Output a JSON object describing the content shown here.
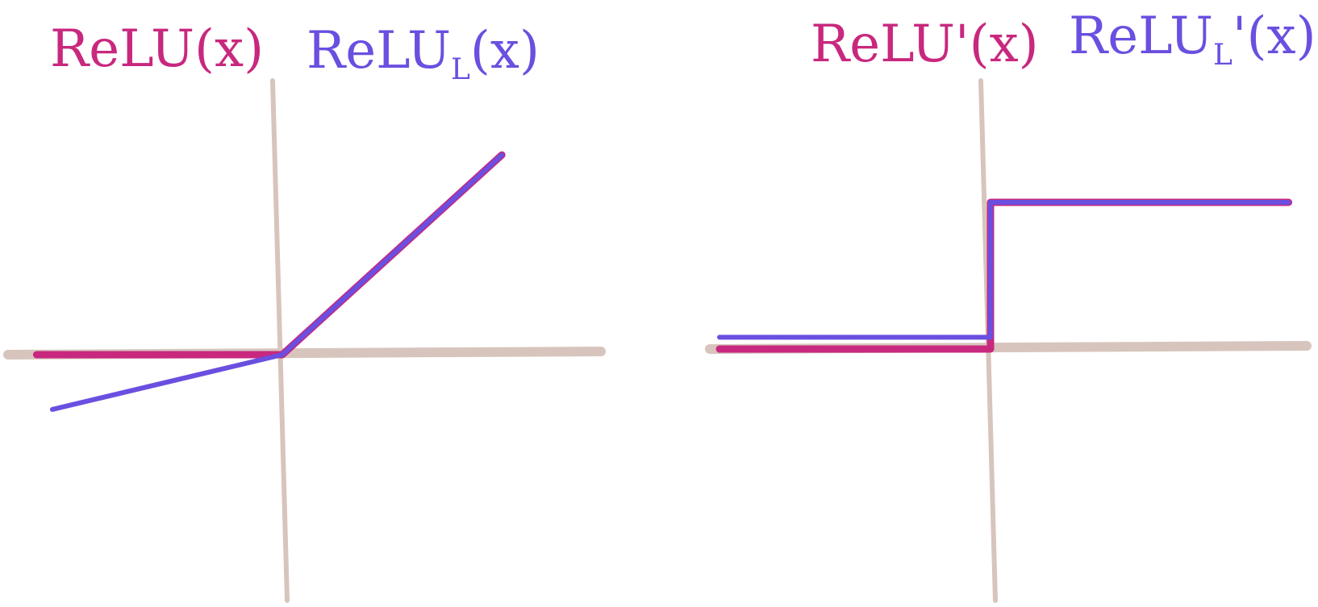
{
  "colors": {
    "relu": "#c8287e",
    "leaky": "#6a4fe0",
    "axis": "#d7c5bd",
    "background": "#ffffff"
  },
  "chart_data": [
    {
      "type": "line",
      "title": "",
      "xlabel": "",
      "ylabel": "",
      "grid": false,
      "xlim": [
        -1,
        1
      ],
      "ylim": [
        -0.7,
        1
      ],
      "legend": [
        {
          "text": "ReLU(x)",
          "color": "relu"
        },
        {
          "text": "ReLUL(x)",
          "base": "ReLU",
          "sub": "L",
          "tail": "(x)",
          "color": "leaky"
        }
      ],
      "series": [
        {
          "color": "relu",
          "x": [
            -0.94,
            0,
            0.84
          ],
          "y": [
            0,
            0,
            0.84
          ]
        },
        {
          "color": "leaky",
          "x": [
            -0.88,
            0,
            0.84
          ],
          "y": [
            -0.23,
            0,
            0.84
          ]
        }
      ]
    },
    {
      "type": "line",
      "title": "",
      "xlabel": "",
      "ylabel": "",
      "grid": false,
      "xlim": [
        -1,
        1.1
      ],
      "ylim": [
        -0.8,
        1
      ],
      "legend": [
        {
          "text": "ReLU'(x)",
          "color": "relu"
        },
        {
          "text": "ReLUL'(x)",
          "base": "ReLU",
          "sub": "L",
          "tail": "'(x)",
          "color": "leaky"
        }
      ],
      "series": [
        {
          "color": "relu",
          "x": [
            -1,
            0,
            0,
            1.1
          ],
          "y": [
            0,
            0,
            1,
            1
          ]
        },
        {
          "color": "leaky",
          "x": [
            -1,
            0,
            0,
            1.1
          ],
          "y": [
            0.08,
            0.08,
            1,
            1
          ]
        }
      ]
    }
  ]
}
